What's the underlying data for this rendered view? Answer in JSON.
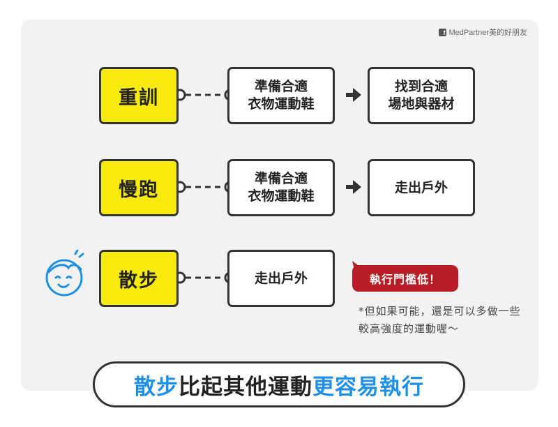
{
  "watermark": {
    "icon": "facebook-icon",
    "text": "MedPartner美的好朋友"
  },
  "rows": [
    {
      "activity": "重訓",
      "step1": "準備合適\n衣物運動鞋",
      "step2": "找到合適\n場地與器材"
    },
    {
      "activity": "慢跑",
      "step1": "準備合適\n衣物運動鞋",
      "step2": "走出戶外"
    },
    {
      "activity": "散步",
      "step1": "走出戶外"
    }
  ],
  "bubble": {
    "text": "執行門檻低！"
  },
  "note": {
    "text": "*但如果可能，還是可以多做一些較高強度的運動喔～"
  },
  "face_icon": "smiling-face-icon",
  "banner": {
    "part1": "散步",
    "part2": "比起其他運動",
    "part3": "更容易執行"
  },
  "colors": {
    "activity_fill": "#f8ea0e",
    "bubble": "#b81c24",
    "highlight": "#1e90e6",
    "panel": "#f2f2f2"
  }
}
